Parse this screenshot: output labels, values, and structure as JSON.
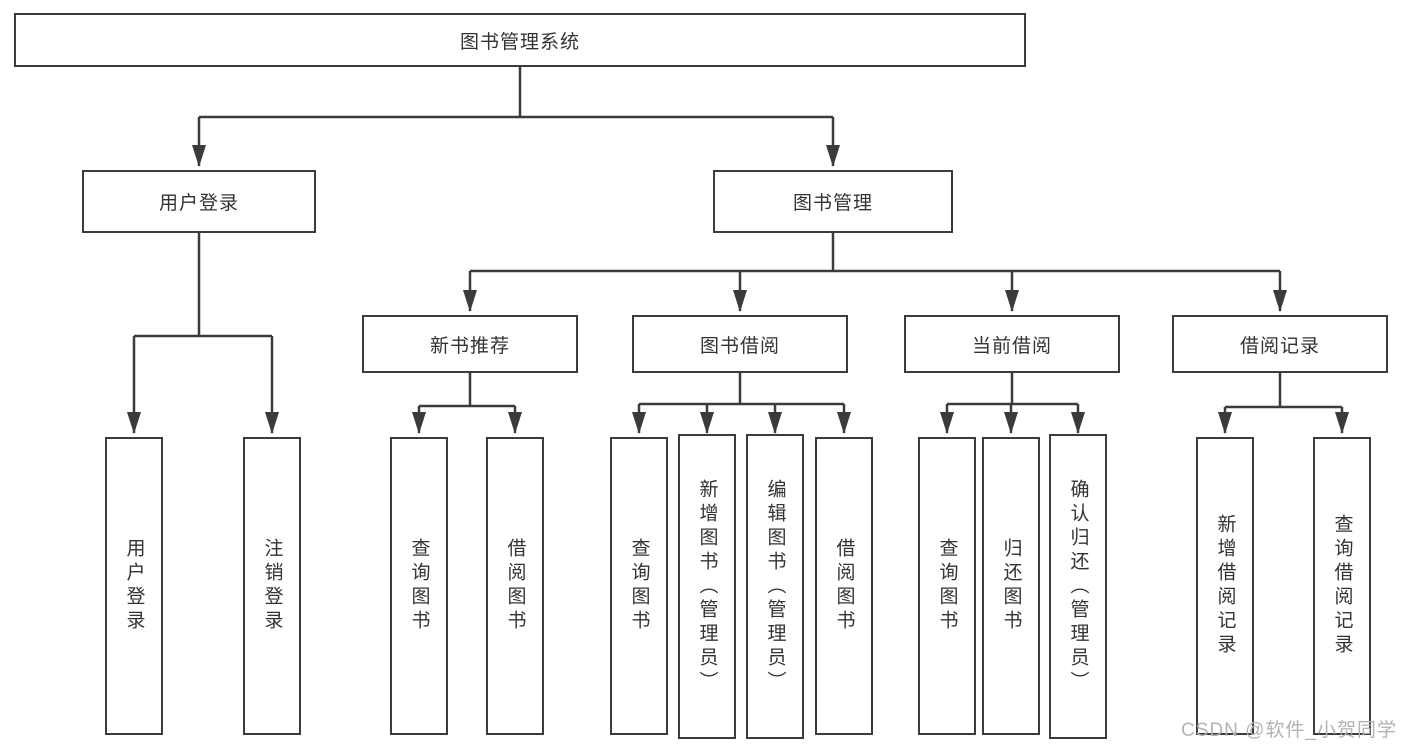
{
  "tree": {
    "root": {
      "label": "图书管理系统"
    },
    "level2": [
      {
        "label": "用户登录",
        "children": [
          {
            "label": "用户登录"
          },
          {
            "label": "注销登录"
          }
        ]
      },
      {
        "label": "图书管理",
        "children": [
          {
            "label": "新书推荐",
            "children": [
              {
                "label": "查询图书"
              },
              {
                "label": "借阅图书"
              }
            ]
          },
          {
            "label": "图书借阅",
            "children": [
              {
                "label": "查询图书"
              },
              {
                "label": "新增图书（管理员）"
              },
              {
                "label": "编辑图书（管理员）"
              },
              {
                "label": "借阅图书"
              }
            ]
          },
          {
            "label": "当前借阅",
            "children": [
              {
                "label": "查询图书"
              },
              {
                "label": "归还图书"
              },
              {
                "label": "确认归还（管理员）"
              }
            ]
          },
          {
            "label": "借阅记录",
            "children": [
              {
                "label": "新增借阅记录"
              },
              {
                "label": "查询借阅记录"
              }
            ]
          }
        ]
      }
    ]
  },
  "watermark": {
    "text": "CSDN @软件_小贺同学"
  },
  "colors": {
    "line": "#3b3b3b",
    "text": "#333333",
    "watermark": "#b3b3b3",
    "background": "#ffffff"
  }
}
